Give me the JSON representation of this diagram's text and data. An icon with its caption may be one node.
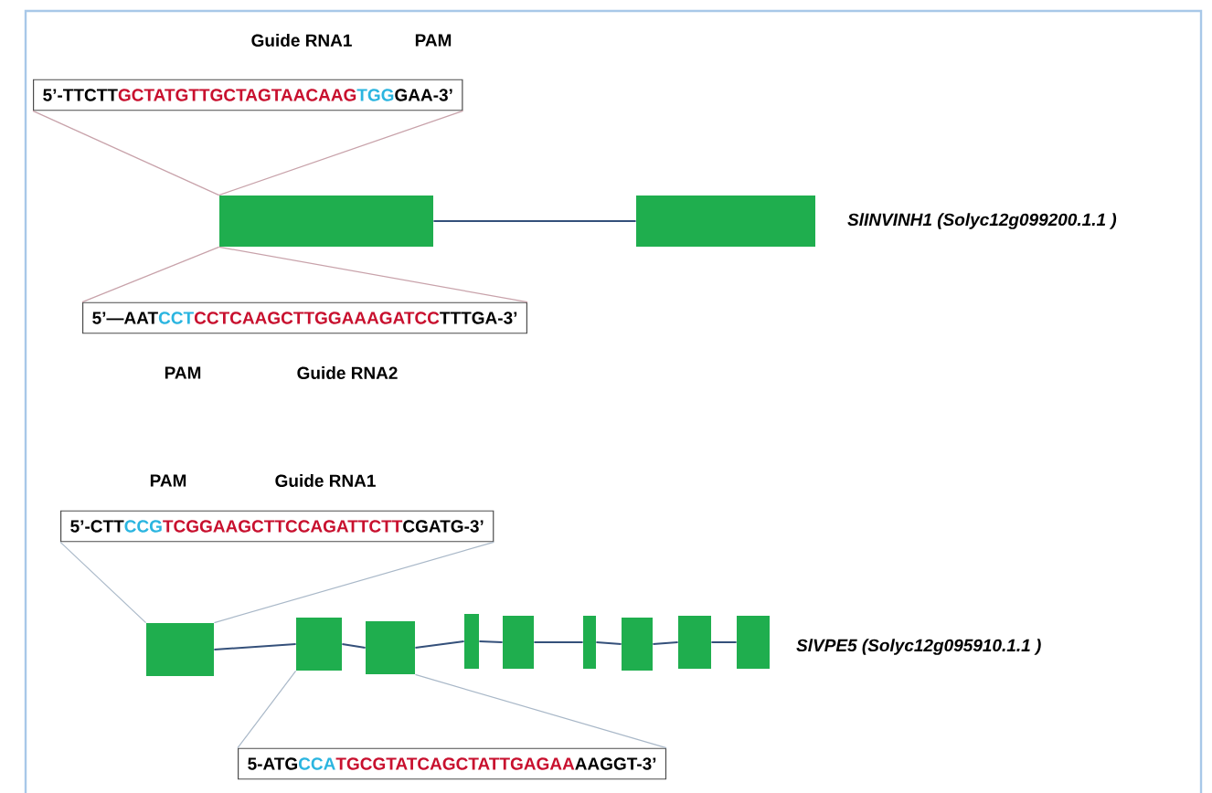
{
  "diagram": {
    "nodes": [
      {
        "text": [
          "5’-TTCTT",
          "GCTATGTTGCTAGTAACAAG",
          "TGG",
          "GAA-3’"
        ],
        "beside": [
          "Guide RNA1",
          "PAM"
        ]
      },
      {
        "text": [],
        "shape": "box"
      },
      {
        "text": [],
        "shape": "box"
      },
      {
        "text": [
          "5’—AAT",
          "CCT",
          "CCTCAAGCTTGGAAAGATCC",
          "TTTGA-3’"
        ],
        "beside": [
          "PAM",
          "Guide RNA2"
        ]
      },
      {
        "text": [
          "5’-CTT",
          "CCG",
          "TCGGAAGCTTCCAGATTCTT",
          "CGATG-3’"
        ],
        "beside": [
          "PAM",
          "Guide RNA1"
        ]
      },
      {
        "text": [],
        "shape": "box"
      },
      {
        "text": [],
        "shape": "box"
      },
      {
        "text": [],
        "shape": "box"
      },
      {
        "text": [],
        "shape": "box"
      },
      {
        "text": [],
        "shape": "box"
      },
      {
        "text": [],
        "shape": "box"
      },
      {
        "text": [],
        "shape": "box"
      },
      {
        "text": [],
        "shape": "box"
      },
      {
        "text": [],
        "shape": "box"
      },
      {
        "text": [
          "5-ATG",
          "CCA",
          "TGCGTATCAGCTATTGAGAA",
          "AAGGT-3’"
        ]
      }
    ],
    "edges": [
      {
        "from": 0,
        "to": 1,
        "arrow": "none",
        "color": "#c8a2aa"
      },
      {
        "from": 0,
        "to": 1,
        "arrow": "none",
        "color": "#c8a2aa"
      },
      {
        "from": 1,
        "to": 2,
        "arrow": "none"
      },
      {
        "from": 1,
        "to": 3,
        "arrow": "none",
        "color": "#c8a2aa"
      },
      {
        "from": 1,
        "to": 3,
        "arrow": "none",
        "color": "#c8a2aa"
      },
      {
        "from": 4,
        "to": 5,
        "arrow": "none",
        "color": "#a9b8c8"
      },
      {
        "from": 4,
        "to": 5,
        "arrow": "none",
        "color": "#a9b8c8"
      },
      {
        "from": 5,
        "to": 6,
        "arrow": "none"
      },
      {
        "from": 6,
        "to": 7,
        "arrow": "none"
      },
      {
        "from": 7,
        "to": 8,
        "arrow": "none"
      },
      {
        "from": 8,
        "to": 9,
        "arrow": "none"
      },
      {
        "from": 9,
        "to": 10,
        "arrow": "none"
      },
      {
        "from": 10,
        "to": 11,
        "arrow": "none"
      },
      {
        "from": 11,
        "to": 12,
        "arrow": "none"
      },
      {
        "from": 12,
        "to": 13,
        "arrow": "none"
      },
      {
        "from": 6,
        "to": 14,
        "arrow": "none",
        "color": "#a9b8c8"
      },
      {
        "from": 7,
        "to": 14,
        "arrow": "none",
        "color": "#a9b8c8"
      }
    ],
    "labels": [
      "SlINVINH1 (Solyc12g099200.1.1 )",
      "SlVPE5 (Solyc12g095910.1.1 )"
    ]
  }
}
